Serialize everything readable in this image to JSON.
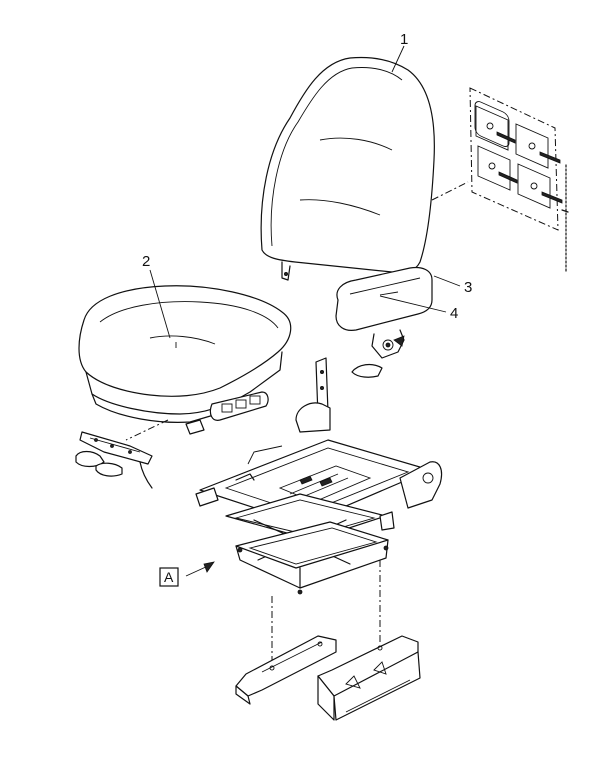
{
  "callouts": {
    "c1": "1",
    "c2": "2",
    "c3": "3",
    "c4": "4"
  },
  "view_label": "A"
}
